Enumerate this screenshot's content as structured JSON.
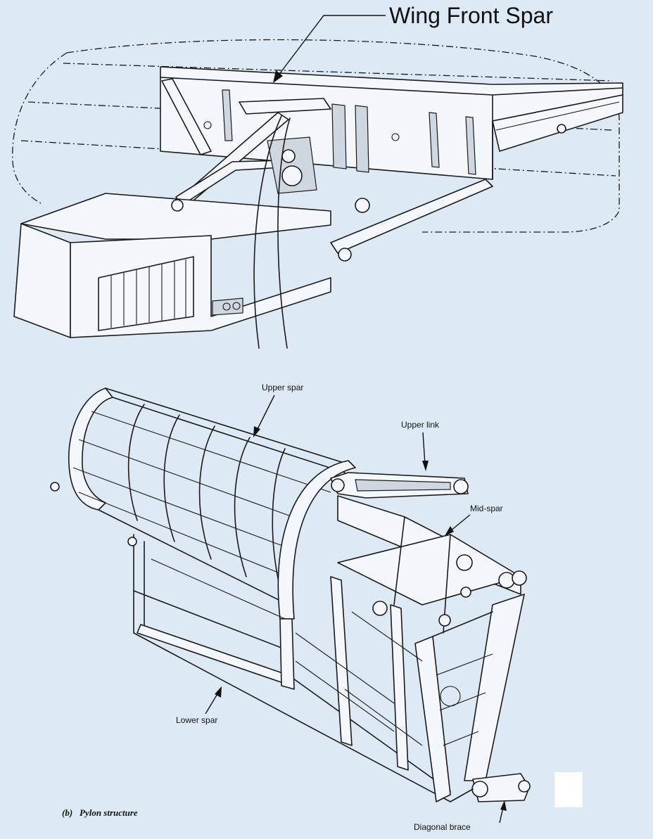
{
  "top_figure": {
    "callout": "Wing Front Spar"
  },
  "bottom_figure": {
    "caption_prefix": "(b)",
    "caption": "Pylon structure",
    "labels": {
      "upper_spar": "Upper spar",
      "upper_link": "Upper link",
      "mid_spar": "Mid-spar",
      "lower_spar": "Lower spar",
      "diagonal_brace": "Diagonal brace"
    }
  }
}
